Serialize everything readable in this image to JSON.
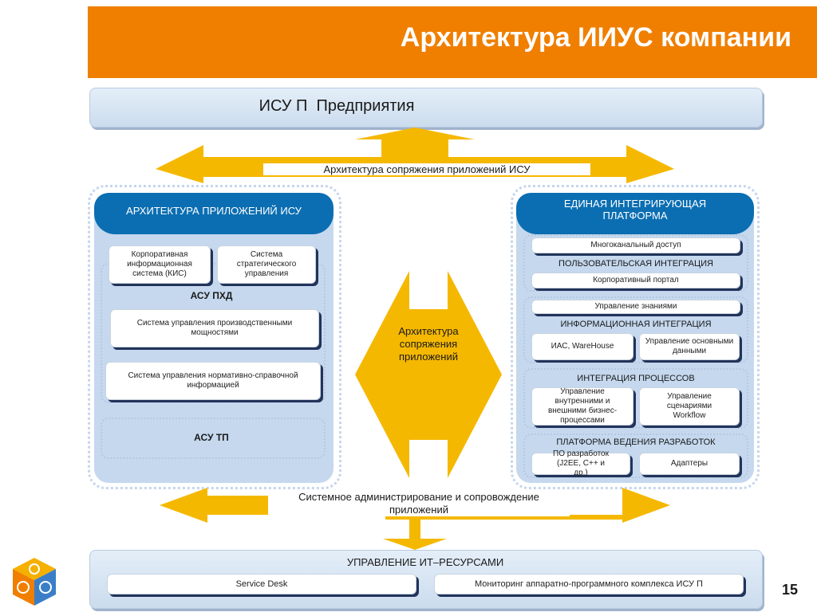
{
  "title": "Архитектура ИИУС компании",
  "page_number": "15",
  "top_bar": "ИСУ П  Предприятия",
  "top_link_label": "Архитектура сопряжения приложений ИСУ",
  "center_arrow_label": "Архитектура сопряжения приложений",
  "bottom_link_label": "Системное администрирование и сопровождение приложений",
  "left_panel": {
    "header": "АРХИТЕКТУРА ПРИЛОЖЕНИЙ ИСУ",
    "kis": "Корпоративная информационная система (КИС)",
    "strategic": "Система стратегического управления",
    "asu_pkhd": "АСУ ПХД",
    "capacity": "Система управления производственными мощностями",
    "nsi": "Система управления нормативно-справочной информацией",
    "asu_tp": "АСУ ТП"
  },
  "right_panel": {
    "header": "ЕДИНАЯ ИНТЕГРИРУЮЩАЯ ПЛАТФОРМА",
    "multichannel": "Многоканальный доступ",
    "user_integration": "ПОЛЬЗОВАТЕЛЬСКАЯ ИНТЕГРАЦИЯ",
    "portal": "Корпоративный портал",
    "knowledge": "Управление знаниями",
    "info_integration": "ИНФОРМАЦИОННАЯ ИНТЕГРАЦИЯ",
    "ias": "ИАС, WareHouse",
    "master_data": "Управление основными данными",
    "process_integration": "ИНТЕГРАЦИЯ ПРОЦЕССОВ",
    "bpm": "Управление внутренними и внешними бизнес-процессами",
    "workflow": "Управление сценариями Workflow",
    "dev_platform": "ПЛАТФОРМА ВЕДЕНИЯ РАЗРАБОТОК",
    "dev_software": "ПО разработок (J2EE, C++ и др.)",
    "adapters": "Адаптеры"
  },
  "bottom_bar": {
    "title": "УПРАВЛЕНИЕ ИТ–РЕСУРСАМИ",
    "service_desk": "Service Desk",
    "monitoring": "Мониторинг аппаратно-программного комплекса ИСУ П"
  },
  "colors": {
    "accent": "#f07f00",
    "header_blue": "#0b6eb2",
    "arrow": "#f5b800",
    "panel": "#c5d8ee"
  }
}
